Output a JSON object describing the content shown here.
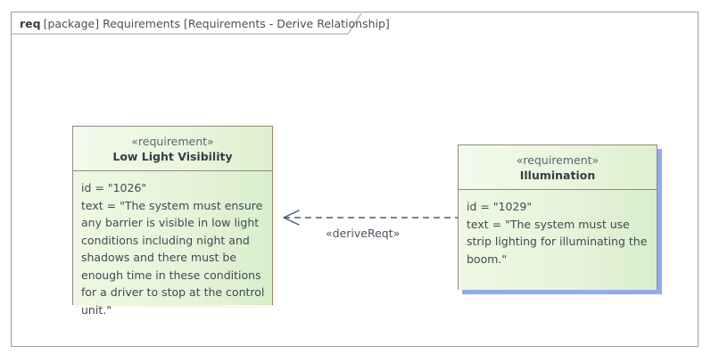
{
  "frame": {
    "kind": "req",
    "qualifier": "[package] Requirements [Requirements - Derive Relationship]"
  },
  "blocks": [
    {
      "id": "low-light-visibility",
      "stereotype": "«requirement»",
      "name": "Low Light Visibility",
      "id_line": "id = \"1026\"",
      "text_line": "text = \"The system must ensure any barrier is visible in low light conditions including night and shadows and there must be enough time in these conditions for a driver to stop at the control unit.\"",
      "selected": false
    },
    {
      "id": "illumination",
      "stereotype": "«requirement»",
      "name": "Illumination",
      "id_line": "id = \"1029\"",
      "text_line": "text = \"The system must use strip lighting for illuminating the boom.\"",
      "selected": true
    }
  ],
  "connector": {
    "label": "«deriveReqt»",
    "style": "dashed",
    "arrow": "open",
    "direction": "right-to-left",
    "color": "#4f5a80"
  },
  "colors": {
    "frame_border": "#a79a97",
    "block_border": "#9b8480",
    "block_header_fill": "#eef7e7",
    "block_body_fill": "#e3f0d5",
    "selection_shadow": "#8fadea",
    "plain_shadow": "#fbf8e0",
    "connector": "#4f5a80",
    "canvas": "#ffffff"
  }
}
